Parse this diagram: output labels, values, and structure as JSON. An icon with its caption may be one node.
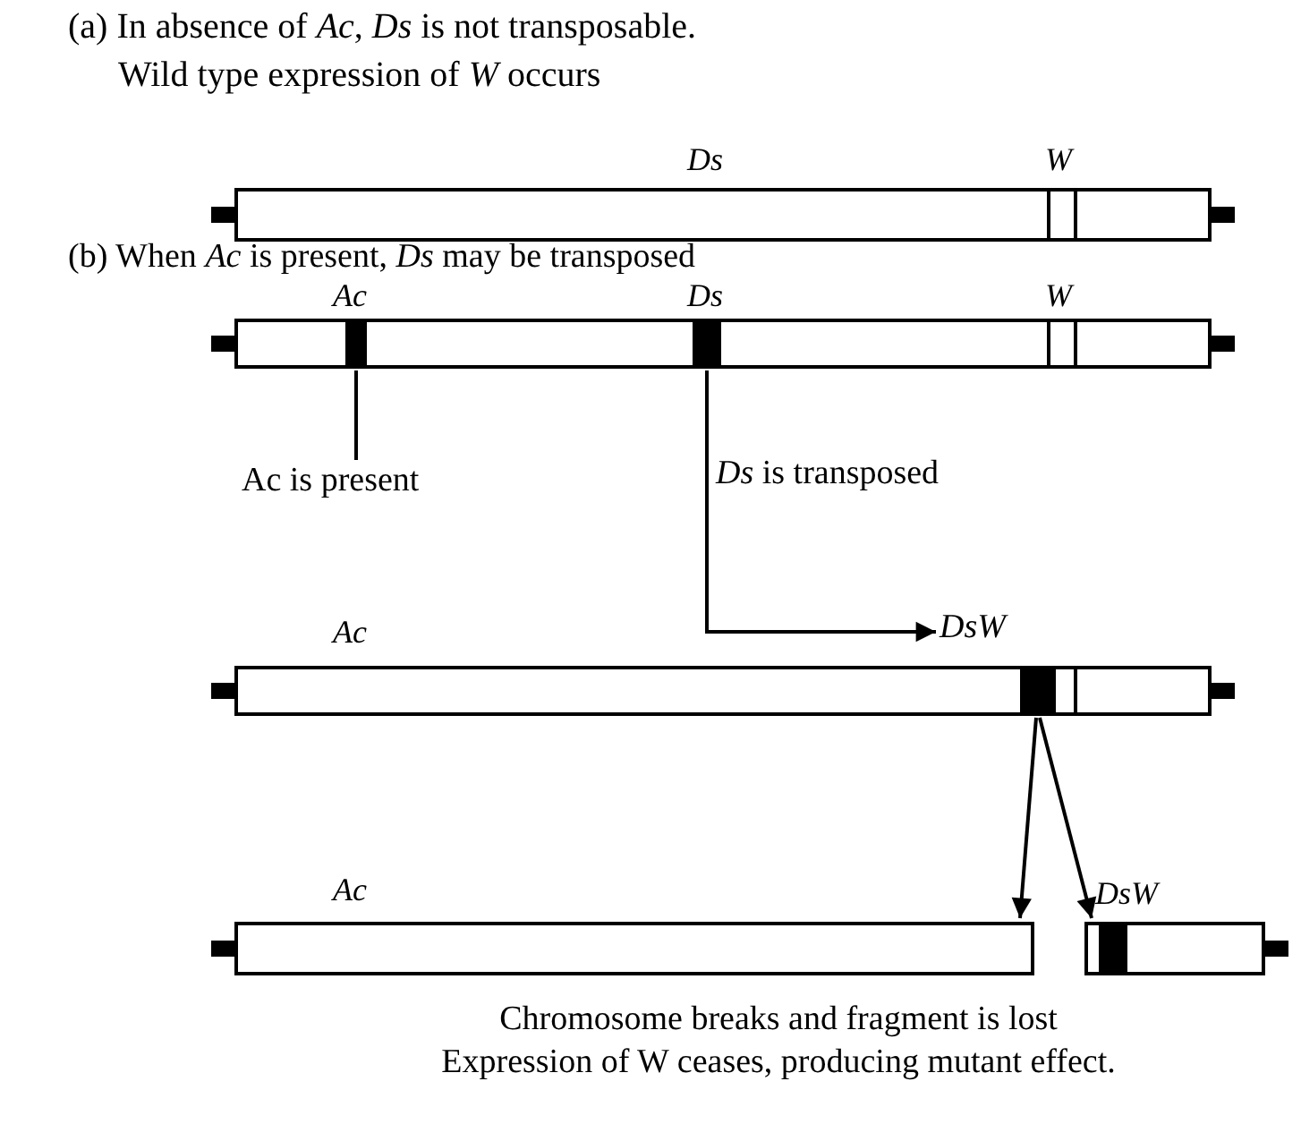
{
  "diagram": {
    "nodes": [
      {
        "text": [],
        "shape": "bar"
      },
      {
        "text": [],
        "shape": "bar"
      },
      {
        "text": [],
        "shape": "bar",
        "in": 1
      },
      {
        "text": [],
        "shape": "bar",
        "in": 1
      },
      {
        "text": [
          "Ac is present"
        ]
      },
      {
        "text": [],
        "shape": "bar"
      },
      {
        "text": [
          "DsW"
        ]
      },
      {
        "text": [],
        "shape": "bar",
        "in": 5
      },
      {
        "text": [],
        "shape": "bar"
      },
      {
        "text": [],
        "shape": "bar"
      }
    ],
    "edges": [
      {
        "from": 2,
        "to": 4,
        "arrow": "none"
      },
      {
        "from": 3,
        "to": 6,
        "arrow": "to",
        "label": "*Ds* is transposed"
      },
      {
        "from": 7,
        "to": 8,
        "arrow": "to"
      },
      {
        "from": 7,
        "to": 9,
        "arrow": "to"
      }
    ],
    "labels": [
      "(a) In absence of *Ac*, *Ds* is not transposable.",
      "Wild type expression of *W* occurs",
      "Ds",
      "W",
      "(b) When *Ac* is present, *Ds* may be transposed",
      "Ac",
      "Ds",
      "W",
      "Ac",
      "Ac",
      "DsW",
      "Chromosome breaks and fragment is lost",
      "Expression of W ceases, producing mutant effect."
    ]
  }
}
